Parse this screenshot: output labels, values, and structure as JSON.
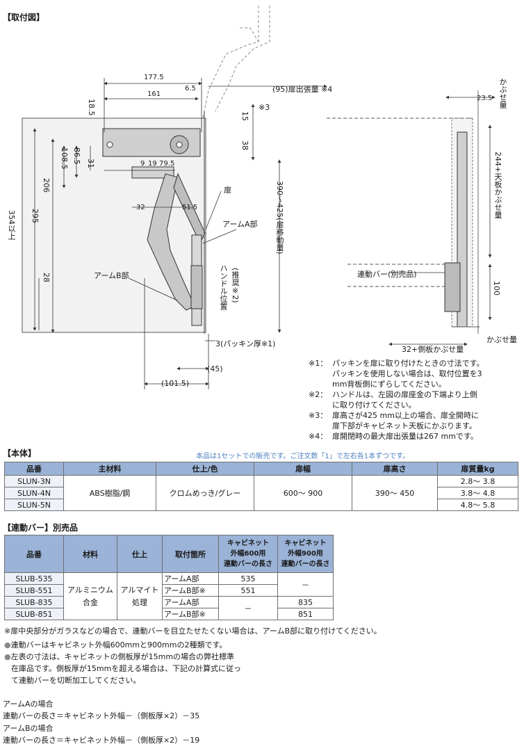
{
  "heading_mount": "【取付図】",
  "diagram": {
    "dims": {
      "d177_5": "177.5",
      "d161": "161",
      "d6_5": "6.5",
      "d18_5": "18.5",
      "d108_5": "108.5",
      "d86_5": "86.5",
      "d31": "31",
      "d206": "206",
      "d295": "295",
      "d354": "354以上",
      "d28": "28",
      "d9": "9",
      "d19": "19",
      "d79_5": "79.5",
      "d32": "32",
      "d51_5": "51.5",
      "d15": "15",
      "d38": "38",
      "d3": "3(パッキン厚※1)",
      "d45": "(45)",
      "d101_5": "(101.5)",
      "d390": "390～425(扉移動量)",
      "d95": "(95)扉出張量 ※4",
      "note3": "※3",
      "d23_5": "23.5",
      "d100": "100",
      "d32side": "32+側板かぶせ量"
    },
    "labels": {
      "door": "扉",
      "armA": "アームA部",
      "armB": "アームB部",
      "handle": "ハンドル位置",
      "handle_note": "(推奨※2)",
      "bar": "連動バー(別売品)",
      "cover": "かぶせ量",
      "cover_top": "かぶせ量",
      "top_cover": "244+天板かぶせ量"
    }
  },
  "notes": [
    {
      "k": "※1：",
      "lines": [
        "パッキンを扉に取り付けたときの寸法です。",
        "パッキンを使用しない場合は、取付位置を3",
        "mm背板側にずらしてください。"
      ]
    },
    {
      "k": "※2：",
      "lines": [
        "ハンドルは、左図の扉座金の下端より上側",
        "に取り付けてください。"
      ]
    },
    {
      "k": "※3：",
      "lines": [
        "扉高さが425 mm以上の場合、扉全開時に",
        "扉下部がキャビネット天板にかぶります。"
      ]
    },
    {
      "k": "※4：",
      "lines": [
        "扉開閉時の最大扉出張量は267 mmです。"
      ]
    }
  ],
  "body_table": {
    "heading": "【本体】",
    "notice": "本品は1セットでの販売です。ご注文数「1」で左右各1本ずつです。",
    "headers": [
      "品番",
      "主材料",
      "仕上/色",
      "扉幅",
      "扉高さ",
      "扉質量kg"
    ],
    "codes": [
      "SLUN-3N",
      "SLUN-4N",
      "SLUN-5N"
    ],
    "material": "ABS樹脂/鋼",
    "finish": "クロムめっき/グレー",
    "width": "600～ 900",
    "height": "390～ 450",
    "weights": [
      "2.8～ 3.8",
      "3.8～ 4.8",
      "4.8～ 5.8"
    ]
  },
  "bar_table": {
    "heading": "【連動バー】別売品",
    "headers": [
      "品番",
      "材料",
      "仕上",
      "取付箇所",
      "キャビネット外幅600用連動バーの長さ",
      "キャビネット外幅900用連動バーの長さ"
    ],
    "h600": [
      "キャビネット",
      "外幅600用",
      "連動バーの長さ"
    ],
    "h900": [
      "キャビネット",
      "外幅900用",
      "連動バーの長さ"
    ],
    "codes": [
      "SLUB-535",
      "SLUB-551",
      "SLUB-835",
      "SLUB-851"
    ],
    "material": [
      "アルミニウム",
      "合金"
    ],
    "finish": [
      "アルマイト",
      "処理"
    ],
    "places": [
      "アームA部",
      "アームB部※",
      "アームA部",
      "アームB部※"
    ],
    "len600": [
      "535",
      "551",
      "－"
    ],
    "len900": [
      "－",
      "835",
      "851"
    ]
  },
  "footnotes": {
    "glass": "※扉中央部分がガラスなどの場合で、連動バーを目立たせたくない場合は、アームB部に取り付けてください。",
    "b1": "連動バーはキャビネット外幅600mmと900mmの2種類です。",
    "b2a": "左表の寸法は、キャビネットの側板厚が15mmの場合の弊社標準",
    "b2b": "在庫品です。側板厚が15mmを超える場合は、下記の計算式に従っ",
    "b2c": "て連動バーを切断加工してください。",
    "fa_title": "アームAの場合",
    "fa": "連動バーの長さ＝キャビネット外幅－（側板厚×2）－35",
    "fb_title": "アームBの場合",
    "fb": "連動バーの長さ＝キャビネット外幅－（側板厚×2）－19"
  }
}
